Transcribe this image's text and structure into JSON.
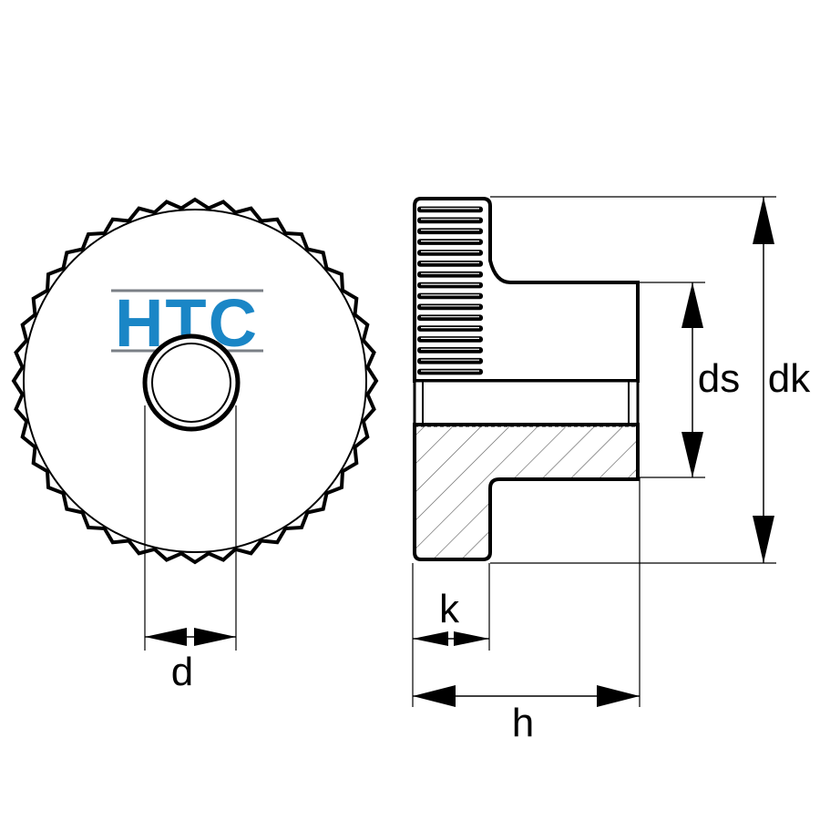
{
  "logo": {
    "text": "HTC",
    "color": "#1a86c6",
    "rule_color": "#7a7f86"
  },
  "labels": {
    "d": "d",
    "k": "k",
    "h": "h",
    "ds": "ds",
    "dk": "dk"
  },
  "colors": {
    "line": "#000000",
    "hatch": "#444444"
  }
}
